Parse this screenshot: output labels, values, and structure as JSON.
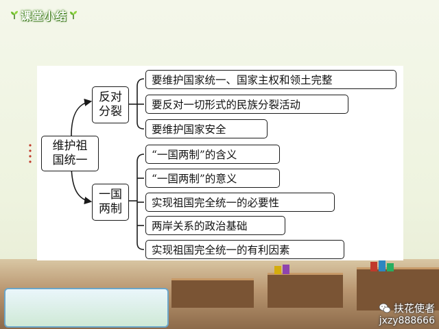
{
  "header": {
    "title": "课堂小结"
  },
  "mindmap": {
    "root": "维护祖国统一",
    "branches": [
      {
        "label": "反对分裂",
        "items": [
          "要维护国家统一、国家主权和领土完整",
          "要反对一切形式的民族分裂活动",
          "要维护国家安全"
        ]
      },
      {
        "label": "一国两制",
        "items": [
          "“一国两制”的含义",
          "“一国两制”的意义",
          "实现祖国完全统一的必要性",
          "两岸关系的政治基础",
          "实现祖国完全统一的有利因素"
        ]
      }
    ]
  },
  "watermark": {
    "name": "扶花使者",
    "id": "jxzy888666"
  },
  "colors": {
    "header_outline": "#4c8a2a",
    "line": "#1a1a1a",
    "panel": "#ffffff"
  },
  "icons": [
    "sprout-icon",
    "wechat-icon",
    "leaf-dots-icon"
  ]
}
